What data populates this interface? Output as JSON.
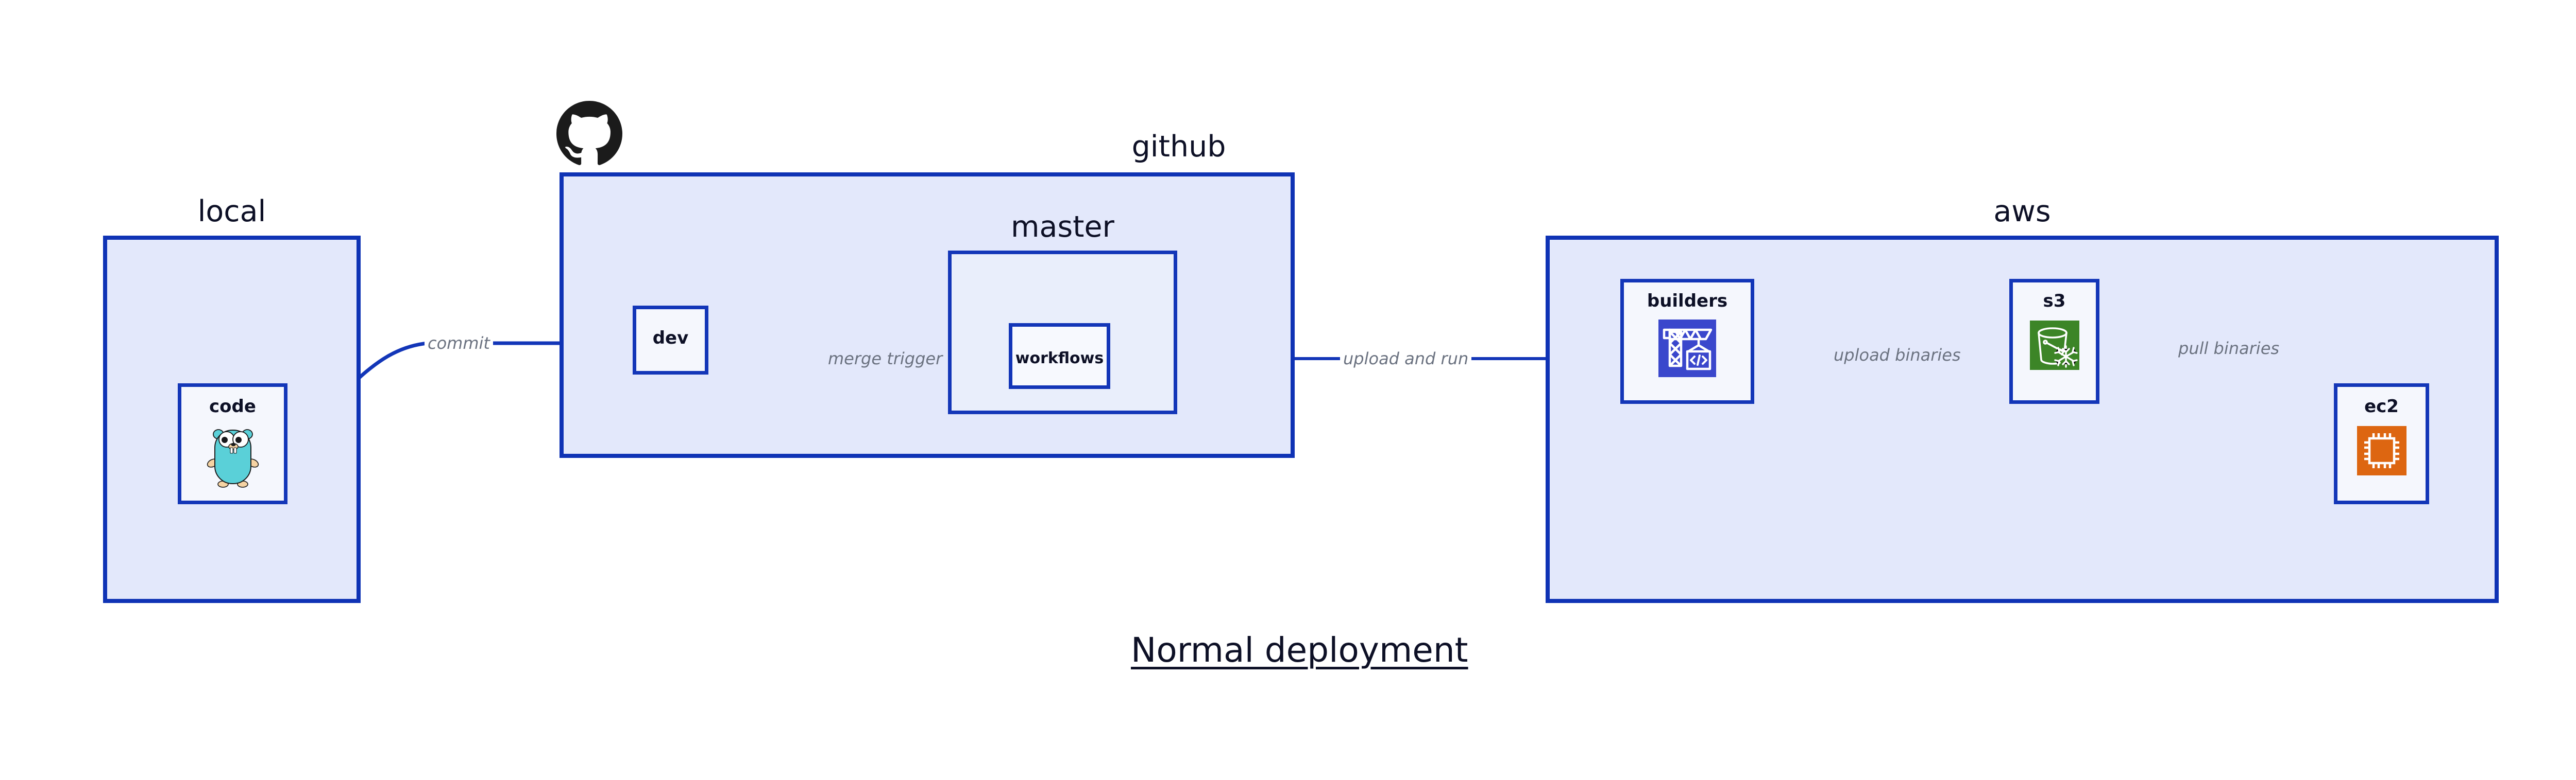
{
  "diagram": {
    "title": "Normal deployment",
    "type": "architecture-flow",
    "background_color": "#ffffff",
    "accent_color": "#1336b8",
    "group_fill": "#e3e8fb",
    "node_fill": "#ebeffc",
    "label_color": "#0d1026",
    "edge_label_color": "#6b7280"
  },
  "groups": [
    {
      "id": "local",
      "label": "local",
      "nodes": [
        {
          "id": "code",
          "label": "code",
          "icon": "go-gopher-icon"
        }
      ]
    },
    {
      "id": "github",
      "label": "github",
      "logo": "github-octocat-icon",
      "nodes": [
        {
          "id": "dev",
          "label": "dev",
          "icon": null
        }
      ],
      "subgroups": [
        {
          "id": "master",
          "label": "master",
          "nodes": [
            {
              "id": "workflows",
              "label": "workflows",
              "icon": null
            }
          ]
        }
      ]
    },
    {
      "id": "aws",
      "label": "aws",
      "nodes": [
        {
          "id": "builders",
          "label": "builders",
          "icon": "aws-codebuild-icon",
          "icon_color": "#3a47cc"
        },
        {
          "id": "s3",
          "label": "s3",
          "icon": "aws-s3-glacier-icon",
          "icon_color": "#3c8527"
        },
        {
          "id": "ec2",
          "label": "ec2",
          "icon": "aws-ec2-icon",
          "icon_color": "#dd6611"
        }
      ]
    }
  ],
  "edges": [
    {
      "id": "commit",
      "label": "commit",
      "from": "code",
      "to": "dev"
    },
    {
      "id": "merge-trigger",
      "label": "merge trigger",
      "from": "dev",
      "to": "workflows"
    },
    {
      "id": "upload-and-run",
      "label": "upload and run",
      "from": "workflows",
      "to": "builders"
    },
    {
      "id": "upload-binaries",
      "label": "upload binaries",
      "from": "builders",
      "to": "s3"
    },
    {
      "id": "pull-binaries",
      "label": "pull binaries",
      "from": "s3",
      "to": "ec2"
    }
  ]
}
